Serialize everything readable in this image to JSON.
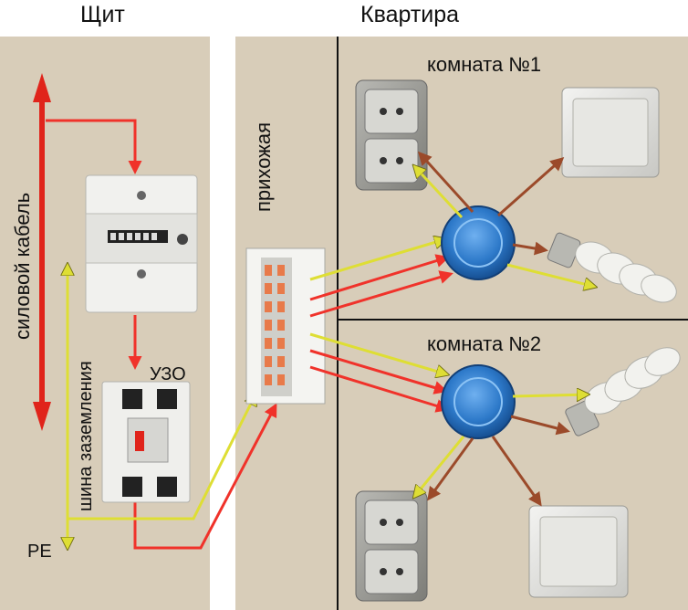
{
  "headings": {
    "panel": "Щит",
    "apartment": "Квартира"
  },
  "labels": {
    "power_cable": "силовой кабель",
    "ground_bus": "шина заземления",
    "rcd": "УЗО",
    "pe": "PE",
    "hallway": "прихожая",
    "room1": "комната №1",
    "room2": "комната №2"
  },
  "colors": {
    "wall": "#d8cdb9",
    "phase_wire": "#f0322a",
    "ground_wire": "#dede34",
    "power_arrow": "#e0241b",
    "junction_box": "#2d79c9",
    "divider": "#111111",
    "brown_wire": "#9b4a2a"
  },
  "icons": [
    "electricity-meter-icon",
    "rcd-breaker-icon",
    "breaker-panel-icon",
    "junction-box-icon",
    "power-socket-icon",
    "light-switch-icon",
    "cfl-lamp-icon"
  ]
}
